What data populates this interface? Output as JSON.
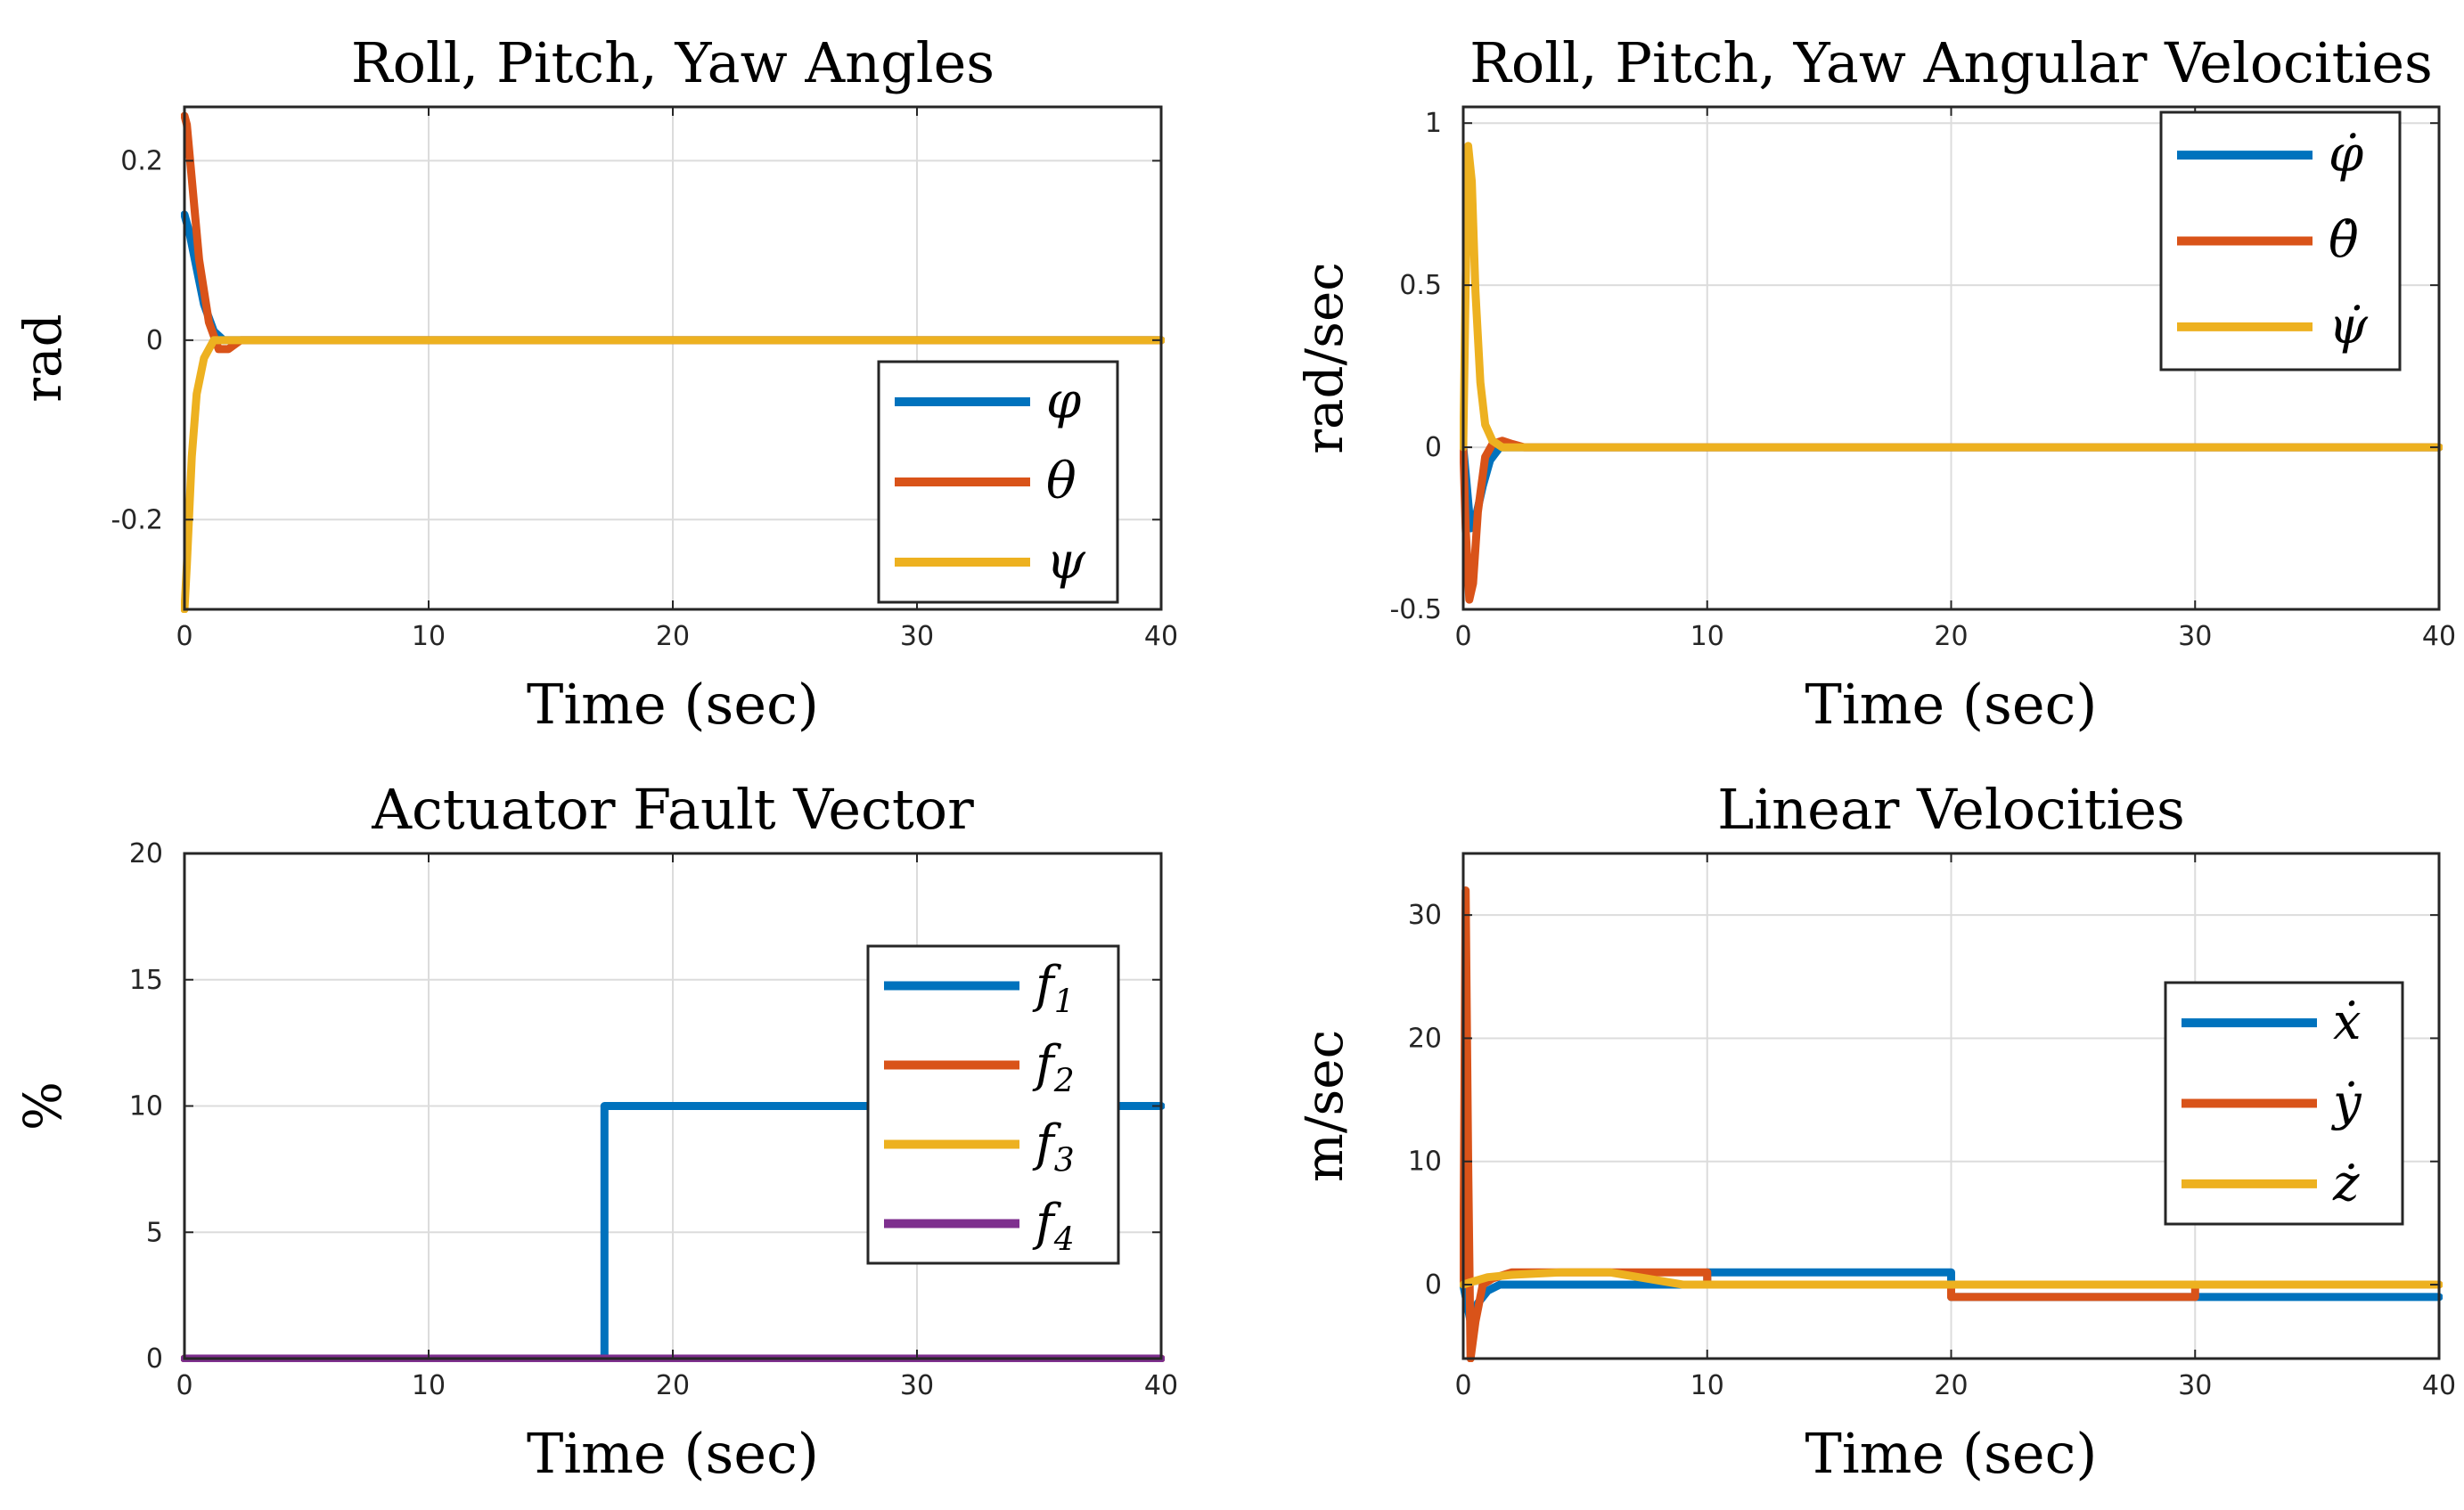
{
  "colors": {
    "blue": "#0072BD",
    "orange": "#D95319",
    "yellow": "#EDB120",
    "purple": "#7E2F8E"
  },
  "chart_data": [
    {
      "type": "line",
      "title": "Roll, Pitch, Yaw Angles",
      "xlabel": "Time (sec)",
      "ylabel": "rad",
      "xlim": [
        0,
        40
      ],
      "ylim": [
        -0.3,
        0.26
      ],
      "xticks": [
        0,
        10,
        20,
        30,
        40
      ],
      "yticks": [
        -0.2,
        0,
        0.2
      ],
      "ytick_labels": [
        "-0.2",
        "0",
        "0.2"
      ],
      "grid": true,
      "legend_position": "right",
      "legend": [
        "φ",
        "θ",
        "ψ"
      ],
      "series": [
        {
          "name": "φ",
          "color": "blue",
          "x": [
            0,
            0.2,
            0.5,
            0.8,
            1.2,
            1.6,
            2.0,
            2.5,
            40
          ],
          "y": [
            0.14,
            0.12,
            0.08,
            0.04,
            0.01,
            0.0,
            0.0,
            0.0,
            0.0
          ]
        },
        {
          "name": "θ",
          "color": "orange",
          "x": [
            0,
            0.1,
            0.3,
            0.6,
            1.0,
            1.4,
            1.8,
            2.3,
            3.0,
            40
          ],
          "y": [
            0.25,
            0.24,
            0.18,
            0.09,
            0.02,
            -0.01,
            -0.01,
            0.0,
            0.0,
            0.0
          ]
        },
        {
          "name": "ψ",
          "color": "yellow",
          "x": [
            0,
            0.1,
            0.3,
            0.5,
            0.8,
            1.2,
            1.6,
            2.2,
            40
          ],
          "y": [
            -0.3,
            -0.25,
            -0.13,
            -0.06,
            -0.02,
            0.0,
            0.0,
            0.0,
            0.0
          ]
        }
      ]
    },
    {
      "type": "line",
      "title": "Roll, Pitch, Yaw Angular Velocities",
      "xlabel": "Time (sec)",
      "ylabel": "rad/sec",
      "xlim": [
        0,
        40
      ],
      "ylim": [
        -0.5,
        1.05
      ],
      "xticks": [
        0,
        10,
        20,
        30,
        40
      ],
      "yticks": [
        -0.5,
        0,
        0.5,
        1
      ],
      "ytick_labels": [
        "-0.5",
        "0",
        "0.5",
        "1"
      ],
      "grid": true,
      "legend_position": "top-right",
      "legend": [
        "φ̇",
        "θ̇",
        "ψ̇"
      ],
      "series": [
        {
          "name": "φ̇",
          "color": "blue",
          "x": [
            0,
            0.1,
            0.3,
            0.5,
            0.8,
            1.1,
            1.5,
            2.0,
            2.6,
            3.4,
            40
          ],
          "y": [
            0.0,
            -0.08,
            -0.25,
            -0.22,
            -0.12,
            -0.04,
            0.0,
            0.0,
            0.0,
            0.0,
            0.0
          ]
        },
        {
          "name": "θ̇",
          "color": "orange",
          "x": [
            0,
            0.1,
            0.25,
            0.4,
            0.6,
            0.9,
            1.2,
            1.6,
            2.0,
            2.5,
            3.0,
            40
          ],
          "y": [
            0.0,
            -0.25,
            -0.47,
            -0.42,
            -0.2,
            -0.03,
            0.01,
            0.02,
            0.01,
            0.0,
            0.0,
            0.0
          ]
        },
        {
          "name": "ψ̇",
          "color": "yellow",
          "x": [
            0,
            0.1,
            0.2,
            0.35,
            0.5,
            0.7,
            0.9,
            1.2,
            1.6,
            2.0,
            40
          ],
          "y": [
            0.0,
            0.5,
            0.93,
            0.82,
            0.48,
            0.2,
            0.07,
            0.02,
            0.0,
            0.0,
            0.0
          ]
        }
      ]
    },
    {
      "type": "line",
      "title": "Actuator Fault Vector",
      "xlabel": "Time (sec)",
      "ylabel": "%",
      "xlim": [
        0,
        40
      ],
      "ylim": [
        0,
        20
      ],
      "xticks": [
        0,
        10,
        20,
        30,
        40
      ],
      "yticks": [
        0,
        5,
        10,
        15,
        20
      ],
      "ytick_labels": [
        "0",
        "5",
        "10",
        "15",
        "20"
      ],
      "grid": true,
      "legend_position": "right",
      "legend": [
        "f1",
        "f2",
        "f3",
        "f4"
      ],
      "series": [
        {
          "name": "f1",
          "color": "blue",
          "x": [
            0,
            17.2,
            17.2,
            40
          ],
          "y": [
            0,
            0,
            10,
            10
          ]
        },
        {
          "name": "f2",
          "color": "orange",
          "x": [
            0,
            40
          ],
          "y": [
            0,
            0
          ]
        },
        {
          "name": "f3",
          "color": "yellow",
          "x": [
            0,
            40
          ],
          "y": [
            0,
            0
          ]
        },
        {
          "name": "f4",
          "color": "purple",
          "x": [
            0,
            40
          ],
          "y": [
            0,
            0
          ]
        }
      ]
    },
    {
      "type": "line",
      "title": "Linear Velocities",
      "xlabel": "Time (sec)",
      "ylabel": "m/sec",
      "xlim": [
        0,
        40
      ],
      "ylim": [
        -6,
        35
      ],
      "xticks": [
        0,
        10,
        20,
        30,
        40
      ],
      "yticks": [
        0,
        10,
        20,
        30
      ],
      "ytick_labels": [
        "0",
        "10",
        "20",
        "30"
      ],
      "grid": true,
      "legend_position": "right",
      "legend": [
        "ẋ",
        "ẏ",
        "ż"
      ],
      "series": [
        {
          "name": "ẋ",
          "color": "blue",
          "x": [
            0,
            0.3,
            0.6,
            1.0,
            1.5,
            2.0,
            3.0,
            10,
            10,
            20,
            20,
            30,
            30,
            40
          ],
          "y": [
            0,
            -3,
            -1.5,
            -0.5,
            0,
            0,
            0,
            0,
            1,
            1,
            -1,
            -1,
            -1,
            -1
          ]
        },
        {
          "name": "ẏ",
          "color": "orange",
          "x": [
            0,
            0.1,
            0.2,
            0.3,
            0.5,
            0.8,
            1.2,
            2.0,
            4.0,
            7.0,
            10,
            10,
            20,
            20,
            30,
            30,
            40
          ],
          "y": [
            0,
            32,
            10,
            -6,
            -3,
            0,
            0.5,
            1,
            1,
            1,
            1,
            0,
            0,
            -1,
            -1,
            0,
            0
          ]
        },
        {
          "name": "ż",
          "color": "yellow",
          "x": [
            0,
            0.3,
            1.0,
            2.0,
            4.0,
            6.0,
            7.5,
            9.0,
            10,
            40
          ],
          "y": [
            0,
            0.2,
            0.6,
            0.8,
            1,
            1,
            0.5,
            0,
            0,
            0
          ]
        }
      ]
    }
  ]
}
